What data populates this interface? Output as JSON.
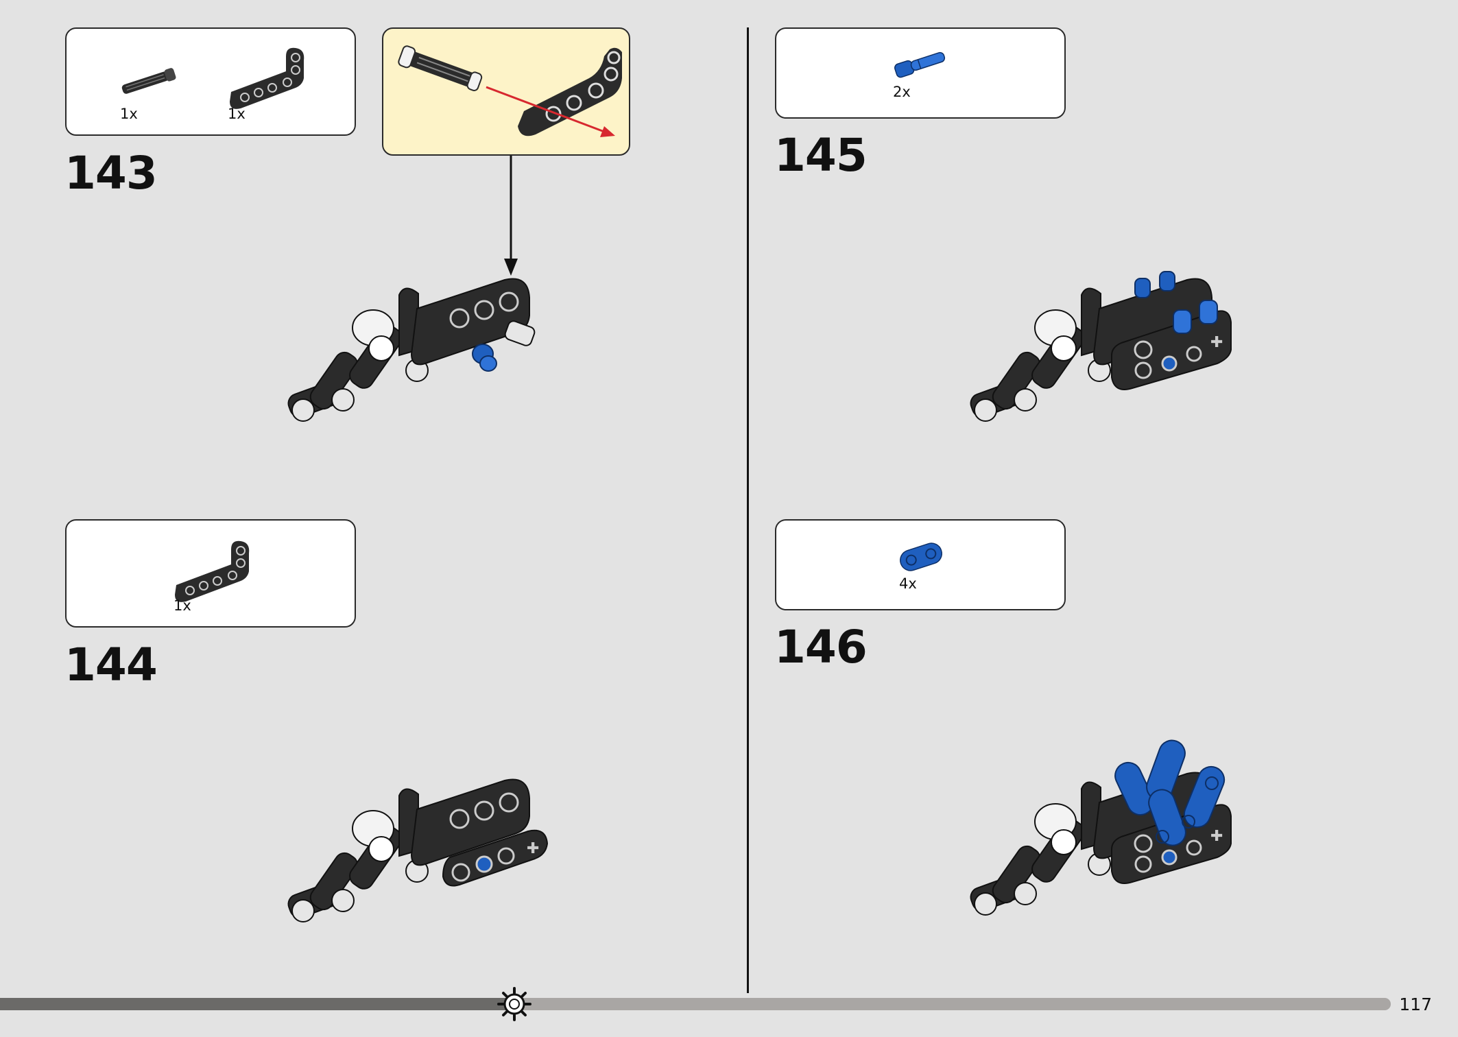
{
  "steps": [
    {
      "number": "143",
      "parts": [
        {
          "qty": "1x",
          "icon": "axle-connector-part-icon"
        },
        {
          "qty": "1x",
          "icon": "angled-beam-part-icon"
        }
      ]
    },
    {
      "number": "144",
      "parts": [
        {
          "qty": "1x",
          "icon": "angled-beam-part-icon"
        }
      ]
    },
    {
      "number": "145",
      "parts": [
        {
          "qty": "2x",
          "icon": "blue-pin-part-icon"
        }
      ]
    },
    {
      "number": "146",
      "parts": [
        {
          "qty": "4x",
          "icon": "blue-link-part-icon"
        }
      ]
    }
  ],
  "page_number": "117",
  "progress": {
    "fraction": 0.37,
    "marker_icon": "gear-icon"
  },
  "colors": {
    "background": "#e3e3e3",
    "callout": "#fdf3c8",
    "part_dark": "#2b2b2b",
    "part_blue": "#1f5fbf",
    "arrow_red": "#d7282f",
    "progress_fill": "#6b6a68",
    "progress_track": "#a9a6a4"
  }
}
